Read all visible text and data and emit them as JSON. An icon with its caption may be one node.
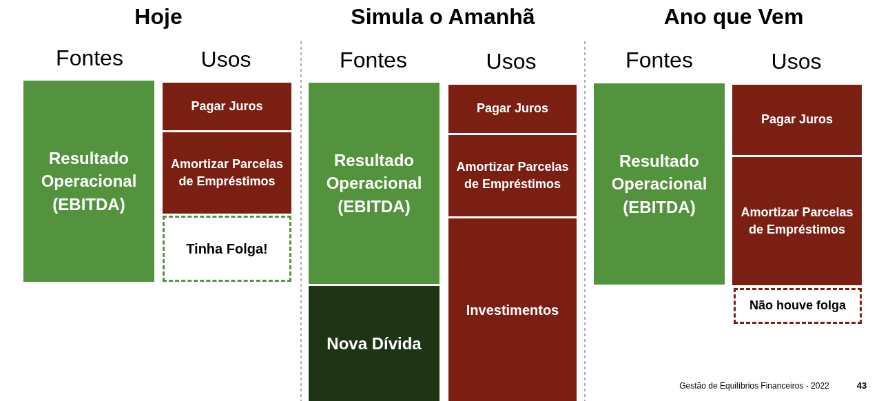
{
  "diagram": {
    "nodes": [
      {
        "text": [
          "Resultado Operacional (EBITDA)"
        ]
      },
      {
        "text": [
          "Pagar Juros"
        ]
      },
      {
        "text": [
          "Amortizar Parcelas de Empréstimos"
        ]
      },
      {
        "text": [
          "Tinha Folga!"
        ]
      },
      {
        "text": [
          "Resultado Operacional (EBITDA)"
        ]
      },
      {
        "text": [
          "Nova Dívida"
        ]
      },
      {
        "text": [
          "Pagar Juros"
        ]
      },
      {
        "text": [
          "Amortizar Parcelas de Empréstimos"
        ]
      },
      {
        "text": [
          "Investimentos"
        ]
      },
      {
        "text": [
          "Resultado Operacional (EBITDA)"
        ]
      },
      {
        "text": [
          "Pagar Juros"
        ]
      },
      {
        "text": [
          "Amortizar Parcelas de Empréstimos"
        ]
      },
      {
        "text": [
          "Não houve folga"
        ]
      }
    ],
    "edges": [],
    "labels": [
      "Hoje",
      "Fontes",
      "Usos",
      "Simula o Amanhã",
      "Fontes",
      "Usos",
      "Ano que Vem",
      "Fontes",
      "Usos",
      "Gestão de Equilíbrios Financeiros - 2022",
      "43"
    ]
  }
}
